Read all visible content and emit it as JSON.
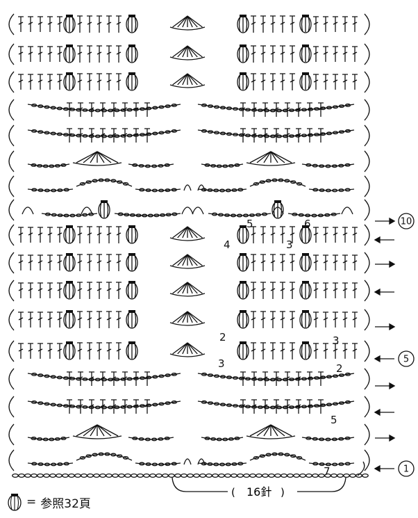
{
  "stitch_numbers": [
    "5",
    "6",
    "4",
    "3",
    "2",
    "3",
    "3",
    "2",
    "5",
    "7"
  ],
  "row_markers": [
    "10",
    "5",
    "1"
  ],
  "repeat_label": "16針",
  "legend": {
    "eq": "=",
    "text": "参照32頁"
  },
  "icon": "bobble-stitch-icon"
}
